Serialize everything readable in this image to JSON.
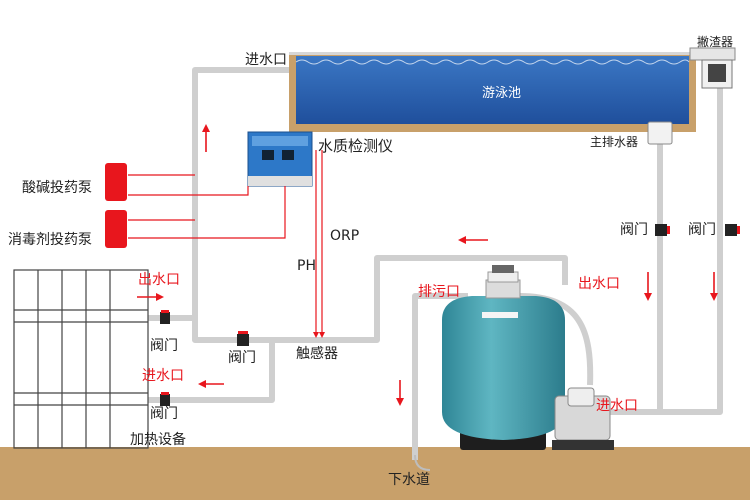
{
  "labels": {
    "inlet_top": "进水口",
    "skimmer": "撇渣器",
    "pool": "游泳池",
    "main_drain": "主排水器",
    "monitor": "水质检测仪",
    "acid_pump": "酸碱投药泵",
    "disinfect_pump": "消毒剂投药泵",
    "orp": "ORP",
    "ph": "PH",
    "valve_right_1": "阀门",
    "valve_right_2": "阀门",
    "heater_outlet": "出水口",
    "heater_valve_1": "阀门",
    "heater_valve_2": "阀门",
    "heater_inlet": "进水口",
    "heater_valve_3": "阀门",
    "heater": "加热设备",
    "sensor": "触感器",
    "sewage": "排污口",
    "filter_outlet": "出水口",
    "filter_inlet": "进水口",
    "drain": "下水道"
  },
  "colors": {
    "pipe": "#cfcfcf",
    "pool_water": "#2c64b4",
    "ground": "#c8a06a",
    "filter_tank": "#3e9aa8",
    "pump_red": "#e8161d",
    "arrow_red": "#e8161d",
    "monitor_blue": "#2d78c8"
  },
  "icons": {
    "flow_arrow": "red-flow-arrow-icon",
    "valve": "valve-icon"
  }
}
